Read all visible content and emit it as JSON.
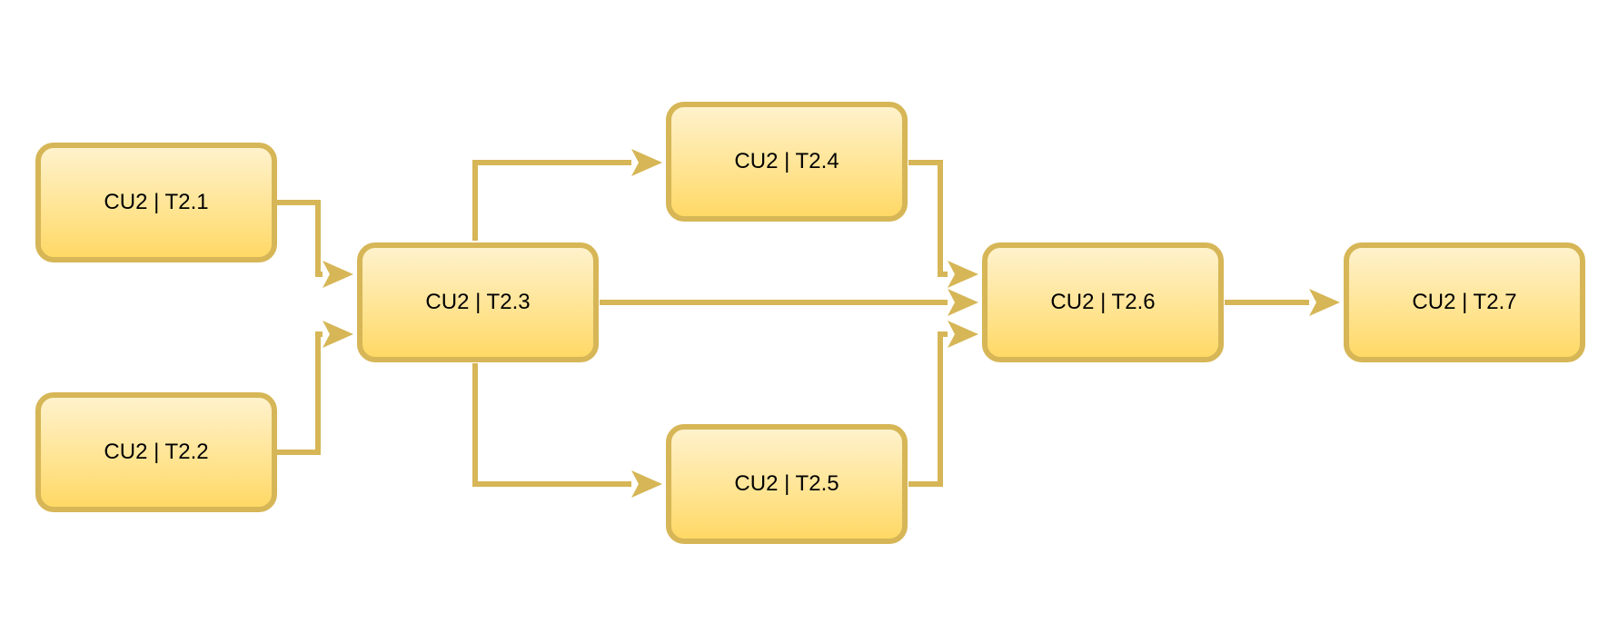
{
  "colors": {
    "stroke": "#d6b656",
    "fill_top": "#fff2cc",
    "fill_bottom": "#ffd966",
    "text": "#000000",
    "background": "#ffffff"
  },
  "nodes": [
    {
      "id": "t21",
      "label": "CU2 | T2.1"
    },
    {
      "id": "t22",
      "label": "CU2 | T2.2"
    },
    {
      "id": "t23",
      "label": "CU2 | T2.3"
    },
    {
      "id": "t24",
      "label": "CU2 | T2.4"
    },
    {
      "id": "t25",
      "label": "CU2 | T2.5"
    },
    {
      "id": "t26",
      "label": "CU2 | T2.6"
    },
    {
      "id": "t27",
      "label": "CU2 | T2.7"
    }
  ],
  "edges": [
    {
      "from": "t21",
      "to": "t23"
    },
    {
      "from": "t22",
      "to": "t23"
    },
    {
      "from": "t23",
      "to": "t24"
    },
    {
      "from": "t23",
      "to": "t25"
    },
    {
      "from": "t23",
      "to": "t26"
    },
    {
      "from": "t24",
      "to": "t26"
    },
    {
      "from": "t25",
      "to": "t26"
    },
    {
      "from": "t26",
      "to": "t27"
    }
  ]
}
